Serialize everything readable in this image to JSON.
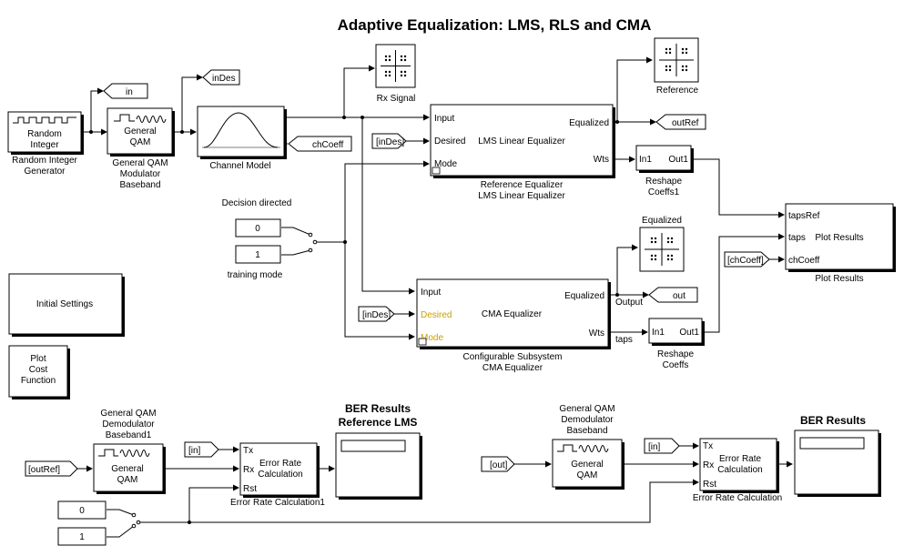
{
  "title": "Adaptive Equalization: LMS, RLS and CMA",
  "blocks": {
    "random_integer": {
      "label": "Random\nInteger",
      "caption": "Random Integer\nGenerator"
    },
    "qam_mod": {
      "label": "General\nQAM",
      "caption": "General QAM\nModulator\nBaseband"
    },
    "channel": {
      "caption": "Channel Model"
    },
    "rx_signal": {
      "caption": "Rx Signal"
    },
    "reference_scope": {
      "caption": "Reference"
    },
    "equalized_scope": {
      "caption": "Equalized"
    },
    "lms": {
      "label": "LMS Linear  Equalizer",
      "in_input": "Input",
      "in_desired": "Desired",
      "in_mode": "Mode",
      "out_equalized": "Equalized",
      "out_wts": "Wts",
      "caption": "Reference Equalizer\nLMS Linear  Equalizer"
    },
    "cma": {
      "label": "CMA Equalizer",
      "in_input": "Input",
      "in_desired": "Desired",
      "in_mode": "Mode",
      "out_equalized": "Equalized",
      "out_wts": "Wts",
      "caption": "Configurable Subsystem\nCMA Equalizer"
    },
    "reshape1": {
      "in": "In1",
      "out": "Out1",
      "caption": "Reshape\nCoeffs1"
    },
    "reshape2": {
      "in": "In1",
      "out": "Out1",
      "caption": "Reshape\nCoeffs"
    },
    "plot_results": {
      "label": "Plot Results",
      "in1": "tapsRef",
      "in2": "taps",
      "in3": "chCoeff",
      "caption": "Plot Results"
    },
    "const0_top": {
      "value": "0"
    },
    "const1_top": {
      "value": "1"
    },
    "decision_label": "Decision directed",
    "training_label": "training mode",
    "initial_settings": {
      "label": "Initial Settings"
    },
    "plot_cost": {
      "label": "Plot\nCost\nFunction"
    },
    "demod1": {
      "label": "General\nQAM",
      "caption": "General QAM\nDemodulator\nBaseband1"
    },
    "demod2": {
      "label": "General\nQAM",
      "caption": "General QAM\nDemodulator\nBaseband"
    },
    "err1": {
      "label": "Error Rate\nCalculation",
      "tx": "Tx",
      "rx": "Rx",
      "rst": "Rst",
      "caption": "Error Rate Calculation1"
    },
    "err2": {
      "label": "Error Rate\nCalculation",
      "tx": "Tx",
      "rx": "Rx",
      "rst": "Rst",
      "caption": "Error Rate Calculation"
    },
    "ber1": {
      "caption": "BER Results\nReference LMS"
    },
    "ber2": {
      "caption": "BER Results"
    },
    "const0_bot": {
      "value": "0"
    },
    "const1_bot": {
      "value": "1"
    }
  },
  "tags": {
    "goto_in": "in",
    "goto_inDes": "inDes",
    "goto_chCoeff": "chCoeff",
    "goto_outRef": "outRef",
    "goto_out": "out",
    "from_inDes1": "[inDes]",
    "from_inDes2": "[inDes]",
    "from_chCoeff": "[chCoeff]",
    "from_in1": "[in]",
    "from_in2": "[in]",
    "from_outRef": "[outRef]",
    "from_out": "[out]"
  },
  "signal_labels": {
    "output": "Output",
    "taps": "taps"
  },
  "colors": {
    "disabled_port": "#c8a000"
  }
}
